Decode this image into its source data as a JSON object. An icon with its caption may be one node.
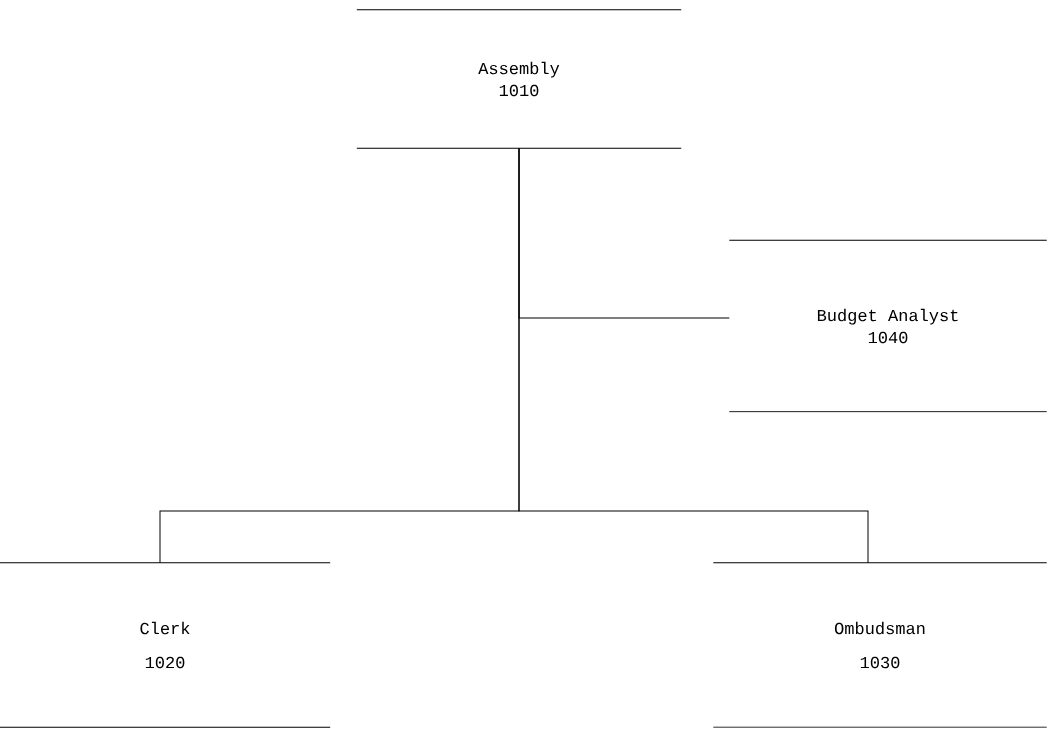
{
  "diagram": {
    "nodes": [
      {
        "text": [
          "Assembly",
          "1010"
        ]
      },
      {
        "text": [
          "Budget Analyst",
          "1040"
        ]
      },
      {
        "text": [
          "Clerk",
          "1020"
        ]
      },
      {
        "text": [
          "Ombudsman",
          "1030"
        ]
      }
    ],
    "edges": [
      {
        "from": 0,
        "to": 1,
        "arrow": "none"
      },
      {
        "from": 0,
        "to": 2,
        "arrow": "none"
      },
      {
        "from": 0,
        "to": 3,
        "arrow": "none"
      }
    ]
  }
}
